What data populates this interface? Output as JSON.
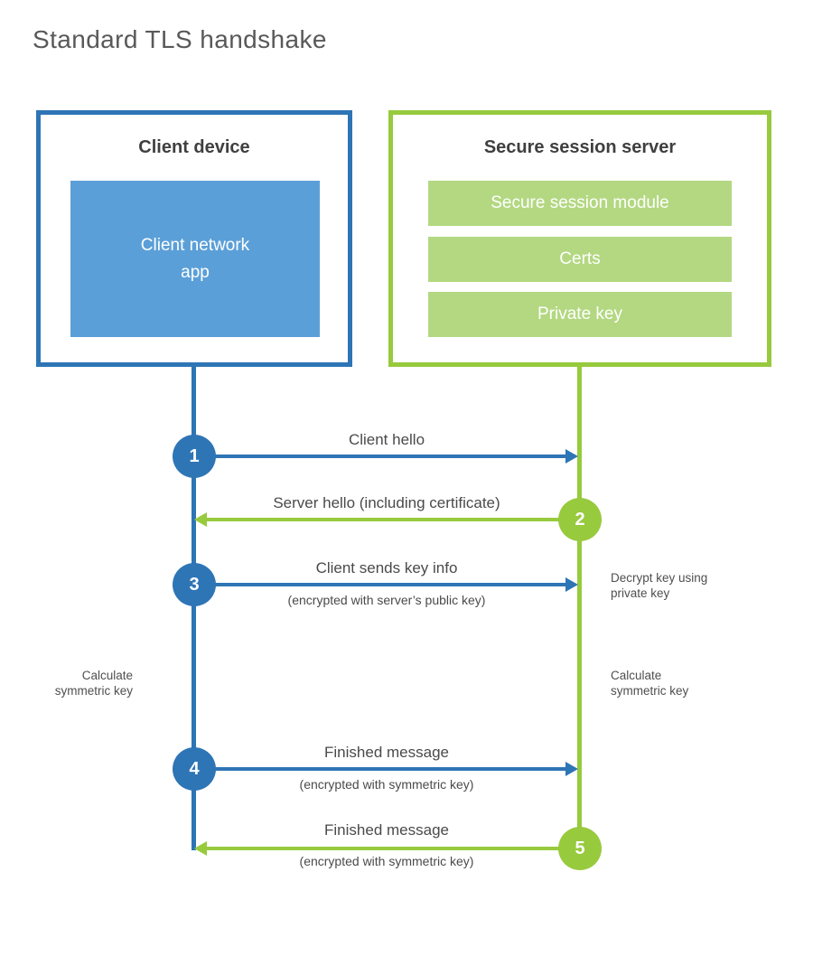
{
  "title": "Standard TLS handshake",
  "client": {
    "title": "Client device",
    "module": "Client network\napp"
  },
  "server": {
    "title": "Secure session server",
    "modules": [
      "Secure session module",
      "Certs",
      "Private key"
    ]
  },
  "steps": [
    {
      "num": "1",
      "from": "client",
      "label": "Client hello",
      "sublabel": ""
    },
    {
      "num": "2",
      "from": "server",
      "label": "Server hello (including certificate)",
      "sublabel": ""
    },
    {
      "num": "3",
      "from": "client",
      "label": "Client sends key info",
      "sublabel": "(encrypted with server’s public key)"
    },
    {
      "num": "4",
      "from": "client",
      "label": "Finished message",
      "sublabel": "(encrypted with symmetric key)"
    },
    {
      "num": "5",
      "from": "server",
      "label": "Finished message",
      "sublabel": "(encrypted with symmetric key)"
    }
  ],
  "annotations": {
    "decrypt_key": "Decrypt key using\nprivate key",
    "calculate_left": "Calculate\nsymmetric key",
    "calculate_right": "Calculate\nsymmetric key"
  },
  "colors": {
    "blue": "#2e75b6",
    "blue_fill": "#5b9fd8",
    "green": "#97ca3d",
    "green_fill": "#b3d881",
    "heading_text": "#3f3f3f",
    "label_text": "#4a4a4a",
    "title_text": "#595959"
  }
}
